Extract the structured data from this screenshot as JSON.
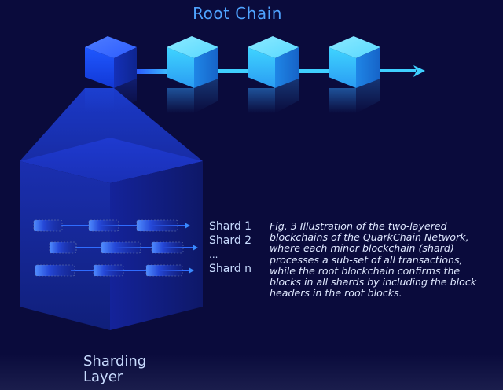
{
  "root_chain": {
    "title": "Root Chain"
  },
  "shard_labels": [
    "Shard 1",
    "Shard 2",
    "...",
    "Shard n"
  ],
  "sharding_layer": {
    "label": "Sharding Layer"
  },
  "caption": {
    "text": "Fig. 3 Illustration of the two-layered blockchains of  the QuarkChain Network, where each minor blockchain (shard) processes a sub-set of all transactions, while the root blockchain confirms the blocks in all shards by including the block headers in the root blocks."
  },
  "colors": {
    "background": "#0a0b3c",
    "accent_blue": "#1e5bff",
    "accent_cyan": "#3fd0ff",
    "text_light": "#c9dcff"
  }
}
